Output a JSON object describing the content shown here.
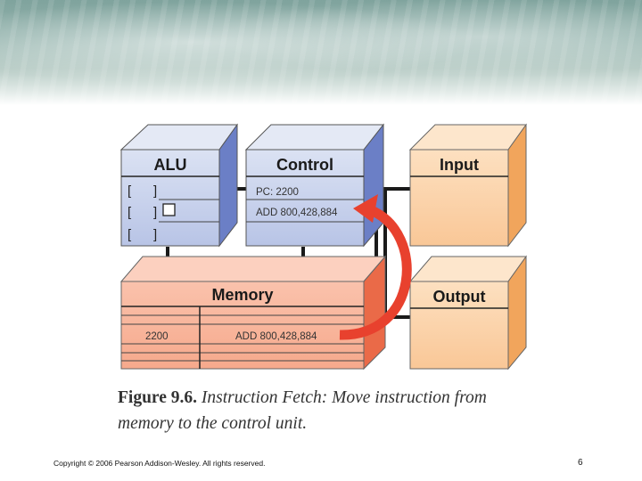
{
  "diagram": {
    "alu": {
      "title": "ALU",
      "reg_open": "[",
      "reg_close": "]"
    },
    "control": {
      "title": "Control",
      "pc": "PC: 2200",
      "instruction": "ADD 800,428,884"
    },
    "input": {
      "title": "Input"
    },
    "output": {
      "title": "Output"
    },
    "memory": {
      "title": "Memory",
      "address": "2200",
      "contents": "ADD 800,428,884"
    }
  },
  "caption": {
    "figure": "Figure 9.6.",
    "text": "Instruction Fetch: Move instruction from memory to the control unit."
  },
  "footer": {
    "copyright": "Copyright © 2006 Pearson Addison-Wesley. All rights reserved.",
    "page": "6"
  },
  "colors": {
    "blue_face": "#c9d2ea",
    "blue_top": "#e0e6f4",
    "blue_side": "#6679c2",
    "orange_face": "#fcd4ad",
    "orange_side": "#f1a55c",
    "memory_face": "#f8b49c",
    "memory_side": "#ea6a48",
    "arrow": "#e8412e"
  }
}
